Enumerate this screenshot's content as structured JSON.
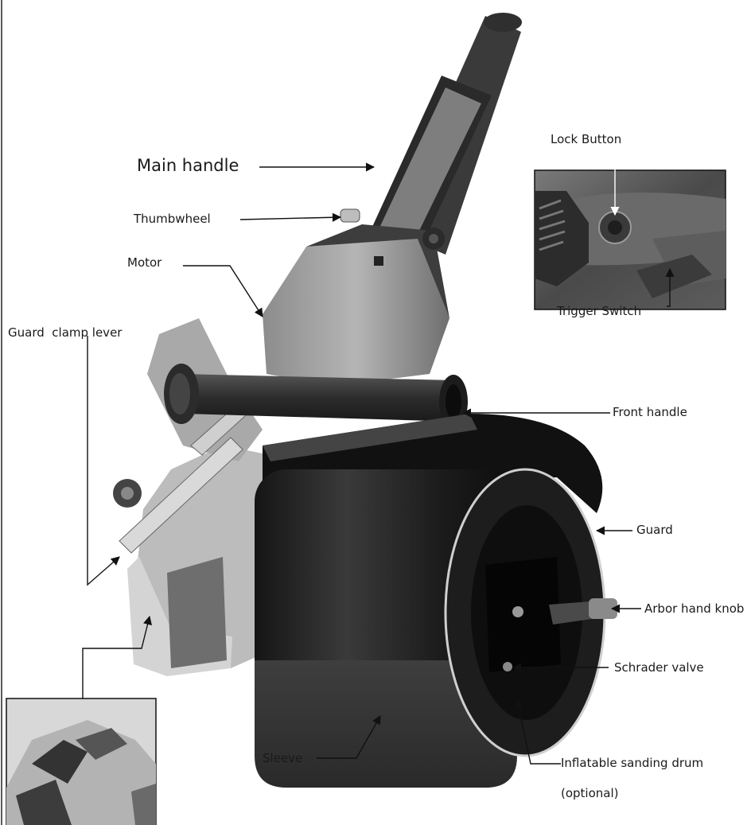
{
  "labels": {
    "main_handle": "Main handle",
    "thumbwheel": "Thumbwheel",
    "motor": "Motor",
    "guard_clamp_lever": "Guard  clamp lever",
    "lock_button": "Lock Button",
    "trigger_switch": "Trigger Switch",
    "front_handle": "Front handle",
    "guard": "Guard",
    "arbor_hand_knob": "Arbor hand knob",
    "schrader_valve": "Schrader valve",
    "sleeve": "Sleeve",
    "inflatable_sanding_drum": "Inflatable sanding drum",
    "optional": "(optional)"
  }
}
